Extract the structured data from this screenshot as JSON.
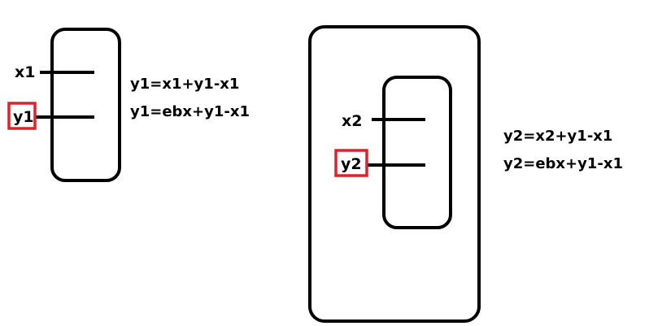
{
  "left_block": {
    "input_label": "x1",
    "output_label": "y1",
    "formulas": [
      "y1=x1+y1-x1",
      "y1=ebx+y1-x1"
    ]
  },
  "right_block": {
    "input_label": "x2",
    "output_label": "y2",
    "formulas": [
      "y2=x2+y1-x1",
      "y2=ebx+y1-x1"
    ]
  },
  "colors": {
    "stroke": "#000000",
    "highlight": "#e0202a",
    "background": "#ffffff"
  }
}
